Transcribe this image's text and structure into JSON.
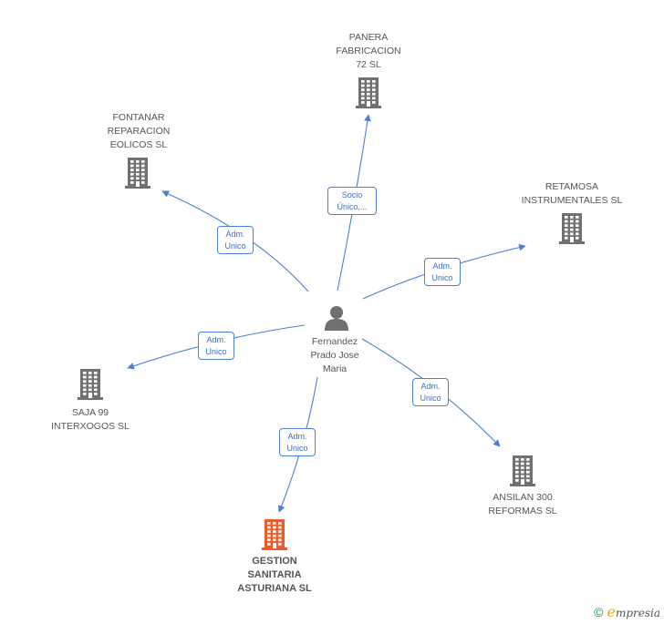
{
  "center": {
    "name_lines": [
      "Fernandez",
      "Prado Jose",
      "Maria"
    ],
    "icon": "person-icon"
  },
  "companies": [
    {
      "id": "panera",
      "lines": [
        "PANERA",
        "FABRICACION",
        "72 SL"
      ],
      "icon": "building-icon",
      "color": "#707070"
    },
    {
      "id": "fontanar",
      "lines": [
        "FONTANAR",
        "REPARACION",
        "EOLICOS SL"
      ],
      "icon": "building-icon",
      "color": "#707070"
    },
    {
      "id": "retamosa",
      "lines": [
        "RETAMOSA",
        "INSTRUMENTALES SL"
      ],
      "icon": "building-icon",
      "color": "#707070"
    },
    {
      "id": "saja",
      "lines": [
        "SAJA 99",
        "INTERXOGOS SL"
      ],
      "icon": "building-icon",
      "color": "#707070"
    },
    {
      "id": "ansilan",
      "lines": [
        "ANSILAN 300",
        "REFORMAS SL"
      ],
      "icon": "building-icon",
      "color": "#707070"
    },
    {
      "id": "gestion",
      "lines": [
        "GESTION",
        "SANITARIA",
        "ASTURIANA SL"
      ],
      "icon": "building-icon",
      "color": "#f05a28",
      "main": true
    }
  ],
  "relations": [
    {
      "to": "panera",
      "lines": [
        "Socio",
        "Único,..."
      ]
    },
    {
      "to": "fontanar",
      "lines": [
        "Adm.",
        "Unico"
      ]
    },
    {
      "to": "retamosa",
      "lines": [
        "Adm.",
        "Unico"
      ]
    },
    {
      "to": "saja",
      "lines": [
        "Adm.",
        "Unico"
      ]
    },
    {
      "to": "ansilan",
      "lines": [
        "Adm.",
        "Unico"
      ]
    },
    {
      "to": "gestion",
      "lines": [
        "Adm.",
        "Unico"
      ]
    }
  ],
  "footer": {
    "copyright_symbol": "©",
    "brand_initial": "e",
    "brand_rest": "mpresia"
  },
  "colors": {
    "edge": "#4a7fd6",
    "person": "#707070"
  }
}
